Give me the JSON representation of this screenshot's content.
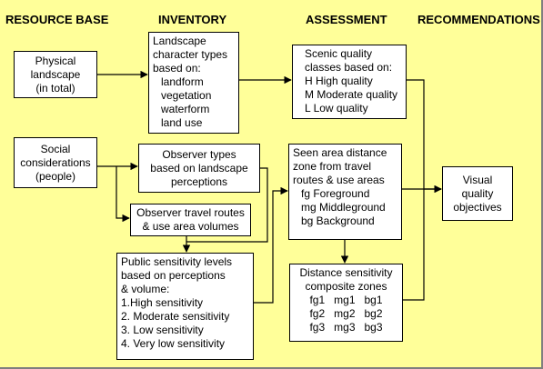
{
  "headers": {
    "resource_base": "RESOURCE BASE",
    "inventory": "INVENTORY",
    "assessment": "ASSESSMENT",
    "recommendations": "RECOMMENDATIONS"
  },
  "boxes": {
    "physical_landscape": [
      "Physical",
      "landscape",
      "(in total)"
    ],
    "landscape_character": [
      "Landscape",
      "character types",
      "based on:",
      "landform",
      "vegetation",
      "waterform",
      "land use"
    ],
    "scenic_quality": [
      "Scenic quality",
      "classes based on:",
      "H High quality",
      "M Moderate quality",
      "L Low quality"
    ],
    "social_considerations": [
      "Social",
      "considerations",
      "(people)"
    ],
    "observer_types": [
      "Observer types",
      "based on landscape",
      "perceptions"
    ],
    "observer_travel": [
      "Observer travel routes",
      "& use area volumes"
    ],
    "seen_area": [
      "Seen area distance",
      "zone from travel",
      "routes & use areas",
      "fg  Foreground",
      "mg  Middleground",
      "bg  Background"
    ],
    "visual_quality": [
      "Visual",
      "quality",
      "objectives"
    ],
    "public_sensitivity": [
      "Public sensitivity levels",
      "based on perceptions",
      "& volume:",
      "1.High sensitivity",
      "2. Moderate sensitivity",
      "3. Low sensitivity",
      "4. Very low sensitivity"
    ],
    "distance_sensitivity": [
      "Distance sensitivity",
      "composite zones",
      "fg1   mg1   bg1",
      "fg2   mg2   bg2",
      "fg3   mg3   bg3"
    ]
  },
  "colors": {
    "background": "#ffff99",
    "box_fill": "#ffffff",
    "line": "#000000"
  }
}
